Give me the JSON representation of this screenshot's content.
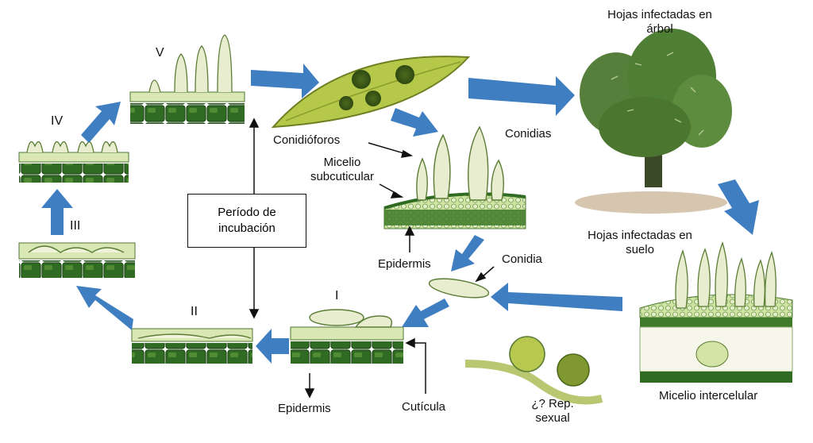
{
  "stages": {
    "i": "I",
    "ii": "II",
    "iii": "III",
    "iv": "IV",
    "v": "V"
  },
  "labels": {
    "incubation": "Período de incubación",
    "conidiophores": "Conidióforos",
    "subcuticular_mycelium": "Micelio subcuticular",
    "epidermis_top": "Epidermis",
    "conidia_right": "Conidias",
    "conidia_mid": "Conidia",
    "infected_tree_leaves": "Hojas infectadas en árbol",
    "infected_ground_leaves": "Hojas infectadas en suelo",
    "intercellular_mycelium": "Micelio intercelular",
    "epidermis_bottom": "Epidermis",
    "cuticle": "Cutícula",
    "sexual_reproduction": "¿? Rep. sexual"
  },
  "colors": {
    "flow_arrow": "#3f7ec0",
    "epidermis_cells": "#2f6b22",
    "cuticle": "#cde0a4",
    "fungal_structures": "#e8edd0",
    "leaf": "#b6c84a",
    "tree_foliage": "#4f7f34"
  }
}
